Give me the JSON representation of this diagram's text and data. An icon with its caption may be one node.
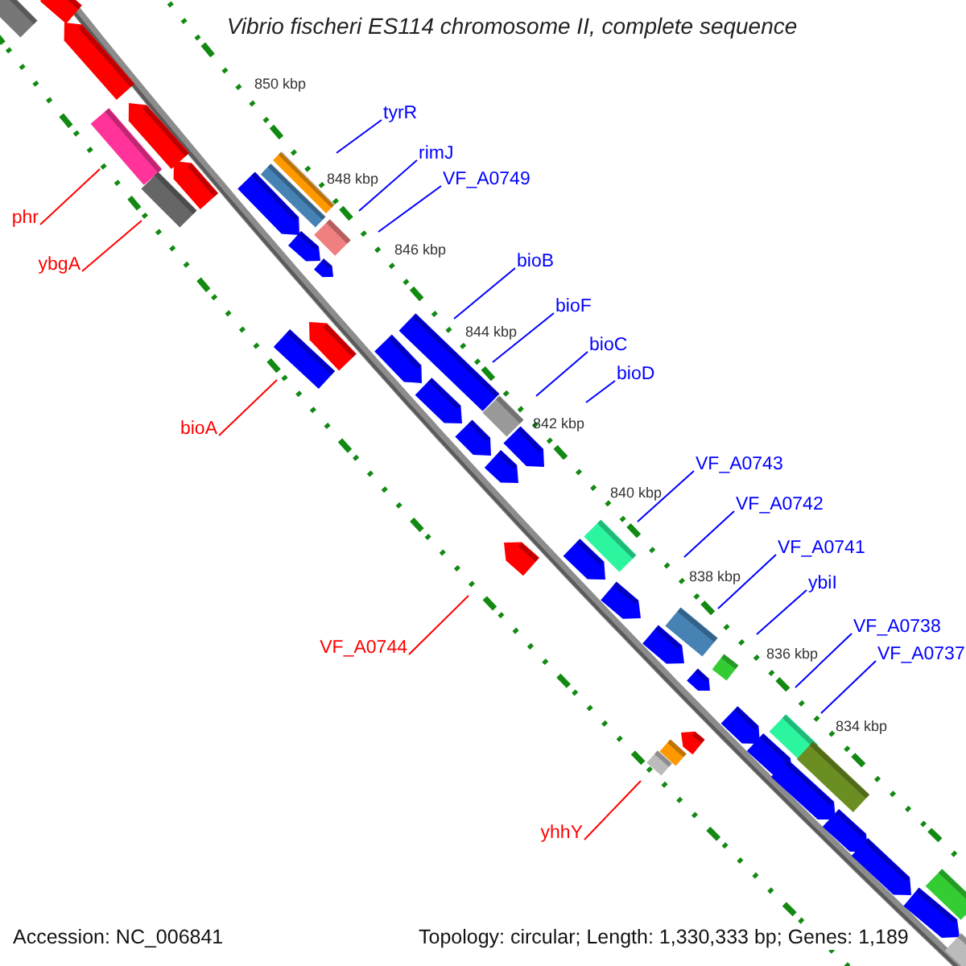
{
  "diagram": {
    "title": "Vibrio fischeri ES114 chromosome II, complete sequence",
    "nodes": [
      {
        "text": [
          "tyrR"
        ]
      },
      {
        "text": [
          "rimJ"
        ]
      },
      {
        "text": [
          "VF_A0749"
        ]
      },
      {
        "text": [
          "bioB"
        ]
      },
      {
        "text": [
          "bioF"
        ]
      },
      {
        "text": [
          "bioC"
        ]
      },
      {
        "text": [
          "bioD"
        ]
      },
      {
        "text": [
          "VF_A0743"
        ]
      },
      {
        "text": [
          "VF_A0742"
        ]
      },
      {
        "text": [
          "VF_A0741"
        ]
      },
      {
        "text": [
          "ybiI"
        ]
      },
      {
        "text": [
          "VF_A0738"
        ]
      },
      {
        "text": [
          "VF_A0737"
        ]
      },
      {
        "text": [
          "phr"
        ]
      },
      {
        "text": [
          "ybgA"
        ]
      },
      {
        "text": [
          "bioA"
        ]
      },
      {
        "text": [
          "VF_A0744"
        ]
      },
      {
        "text": [
          "yhhY"
        ]
      }
    ],
    "edges": [
      {
        "from": 0,
        "to": null,
        "arrow": "none"
      },
      {
        "from": 1,
        "to": null,
        "arrow": "none"
      },
      {
        "from": 2,
        "to": null,
        "arrow": "none"
      },
      {
        "from": 3,
        "to": null,
        "arrow": "none"
      },
      {
        "from": 4,
        "to": null,
        "arrow": "none"
      },
      {
        "from": 5,
        "to": null,
        "arrow": "none"
      },
      {
        "from": 6,
        "to": null,
        "arrow": "none"
      },
      {
        "from": 7,
        "to": null,
        "arrow": "none"
      },
      {
        "from": 8,
        "to": null,
        "arrow": "none"
      },
      {
        "from": 9,
        "to": null,
        "arrow": "none"
      },
      {
        "from": 10,
        "to": null,
        "arrow": "none"
      },
      {
        "from": 11,
        "to": null,
        "arrow": "none"
      },
      {
        "from": 12,
        "to": null,
        "arrow": "none"
      },
      {
        "from": 13,
        "to": null,
        "arrow": "none",
        "color": "#ff0000"
      },
      {
        "from": 14,
        "to": null,
        "arrow": "none",
        "color": "#ff0000"
      },
      {
        "from": 15,
        "to": null,
        "arrow": "none",
        "color": "#ff0000"
      },
      {
        "from": 16,
        "to": null,
        "arrow": "none",
        "color": "#ff0000"
      },
      {
        "from": 17,
        "to": null,
        "arrow": "none",
        "color": "#ff0000"
      }
    ],
    "labels": [
      "850 kbp",
      "848 kbp",
      "846 kbp",
      "844 kbp",
      "842 kbp",
      "840 kbp",
      "838 kbp",
      "836 kbp",
      "834 kbp",
      "Accession: NC_006841",
      "Topology: circular; Length: 1,330,333 bp; Genes: 1,189"
    ]
  }
}
